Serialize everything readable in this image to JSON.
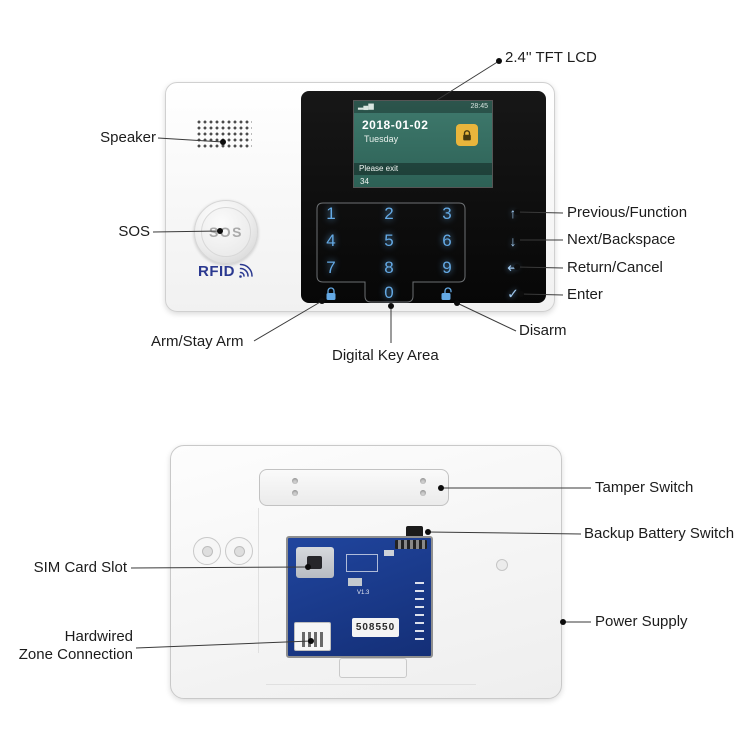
{
  "callouts": {
    "lcd": "2.4'' TFT LCD",
    "speaker": "Speaker",
    "sos": "SOS",
    "previous": "Previous/Function",
    "next": "Next/Backspace",
    "return_cancel": "Return/Cancel",
    "enter": "Enter",
    "arm": "Arm/Stay Arm",
    "digital_key_area": "Digital Key Area",
    "disarm": "Disarm",
    "tamper": "Tamper Switch",
    "backup_battery": "Backup Battery Switch",
    "sim": "SIM Card Slot",
    "power": "Power Supply",
    "hardwired_line1": "Hardwired",
    "hardwired_line2": "Zone Connection"
  },
  "front": {
    "sos_button": "SOS",
    "rfid": "RFID",
    "lcd": {
      "signal_glyph": "▂▄▆",
      "time": "28:45",
      "date": "2018-01-02",
      "day": "Tuesday",
      "message": "Please exit",
      "counter": "34"
    },
    "keys": [
      "1",
      "2",
      "3",
      "4",
      "5",
      "6",
      "7",
      "8",
      "9",
      "0"
    ],
    "nav": {
      "up": "↑",
      "down": "↓",
      "return": "↩",
      "enter": "✓"
    }
  },
  "back": {
    "sticker": "508550",
    "pcb_version": "V1.3"
  },
  "colors": {
    "key_blue": "#64a9e4",
    "screen_teal": "#35695e",
    "lock_yellow": "#e9b53c",
    "pcb_blue": "#1c3d8f",
    "rfid_navy": "#2b3990"
  }
}
